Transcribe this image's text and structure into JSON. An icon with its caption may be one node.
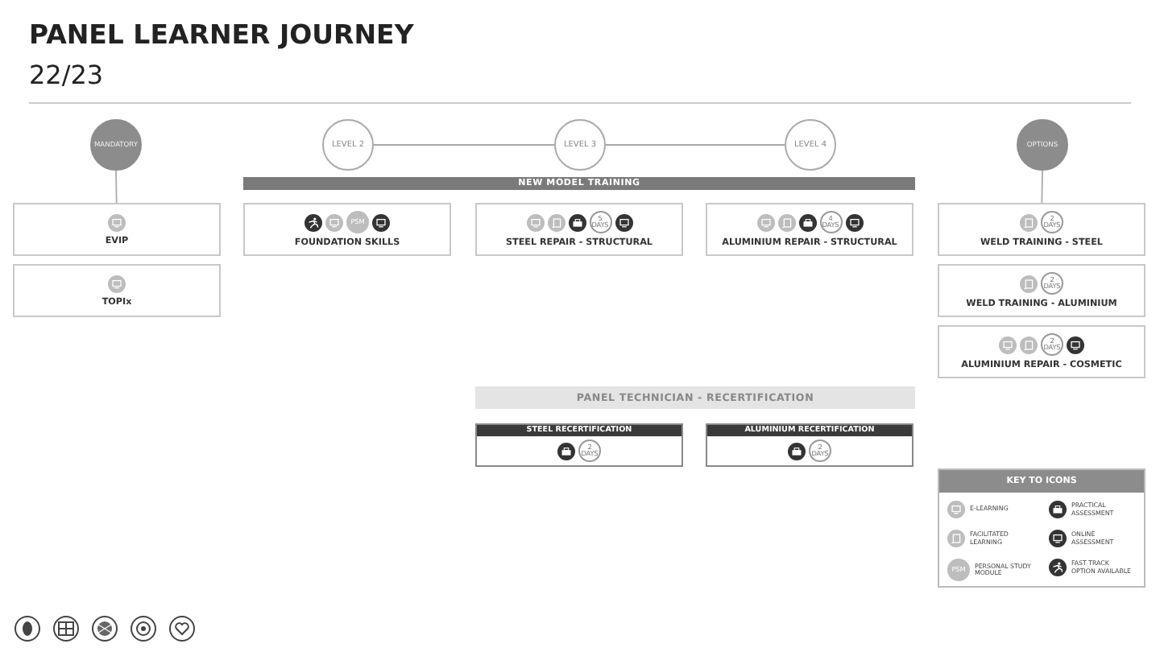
{
  "diagram": {
    "title": "PANEL LEARNER JOURNEY",
    "nodes": [
      {
        "text": [
          "MANDATORY"
        ]
      },
      {
        "text": [
          "LEVEL 2"
        ]
      },
      {
        "text": [
          "LEVEL 3"
        ]
      },
      {
        "text": [
          "LEVEL 4"
        ]
      },
      {
        "text": [
          "OPTIONS"
        ]
      },
      {
        "text": [
          "NEW MODEL TRAINING"
        ]
      },
      {
        "text": [
          "EVIP"
        ]
      },
      {
        "text": [
          "TOPIx"
        ]
      },
      {
        "text": [
          "PSM",
          "FOUNDATION SKILLS"
        ]
      },
      {
        "text": [
          "5 DAYS",
          "STEEL REPAIR - STRUCTURAL"
        ]
      },
      {
        "text": [
          "4 DAYS",
          "ALUMINIUM REPAIR - STRUCTURAL"
        ]
      },
      {
        "text": [
          "2 DAYS",
          "WELD TRAINING - STEEL"
        ]
      },
      {
        "text": [
          "2 DAYS",
          "WELD TRAINING - ALUMINIUM"
        ]
      },
      {
        "text": [
          "2 DAYS",
          "ALUMINIUM REPAIR - COSMETIC"
        ]
      },
      {
        "text": [
          "PANEL TECHNICIAN - RECERTIFICATION"
        ]
      },
      {
        "text": [
          "STEEL RECERTIFICATION",
          "2 DAYS"
        ]
      },
      {
        "text": [
          "ALUMINIUM RECERTIFICATION",
          "2 DAYS"
        ]
      }
    ],
    "edges": [
      {
        "from": 0,
        "to": 6,
        "arrow": "none"
      },
      {
        "from": 1,
        "to": 2,
        "arrow": "none"
      },
      {
        "from": 2,
        "to": 3,
        "arrow": "none"
      },
      {
        "from": 4,
        "to": 11,
        "arrow": "none"
      }
    ],
    "labels": [
      "22/23",
      "KEY TO ICONS",
      "PSM"
    ],
    "legend": [
      {
        "text": "E-LEARNING"
      },
      {
        "text": "PRACTICAL ASSESSMENT"
      },
      {
        "text": "FACILITATED LEARNING"
      },
      {
        "text": "ONLINE ASSESSMENT"
      },
      {
        "text": "PERSONAL STUDY MODULE"
      },
      {
        "text": "FAST TRACK OPTION AVAILABLE"
      }
    ]
  }
}
